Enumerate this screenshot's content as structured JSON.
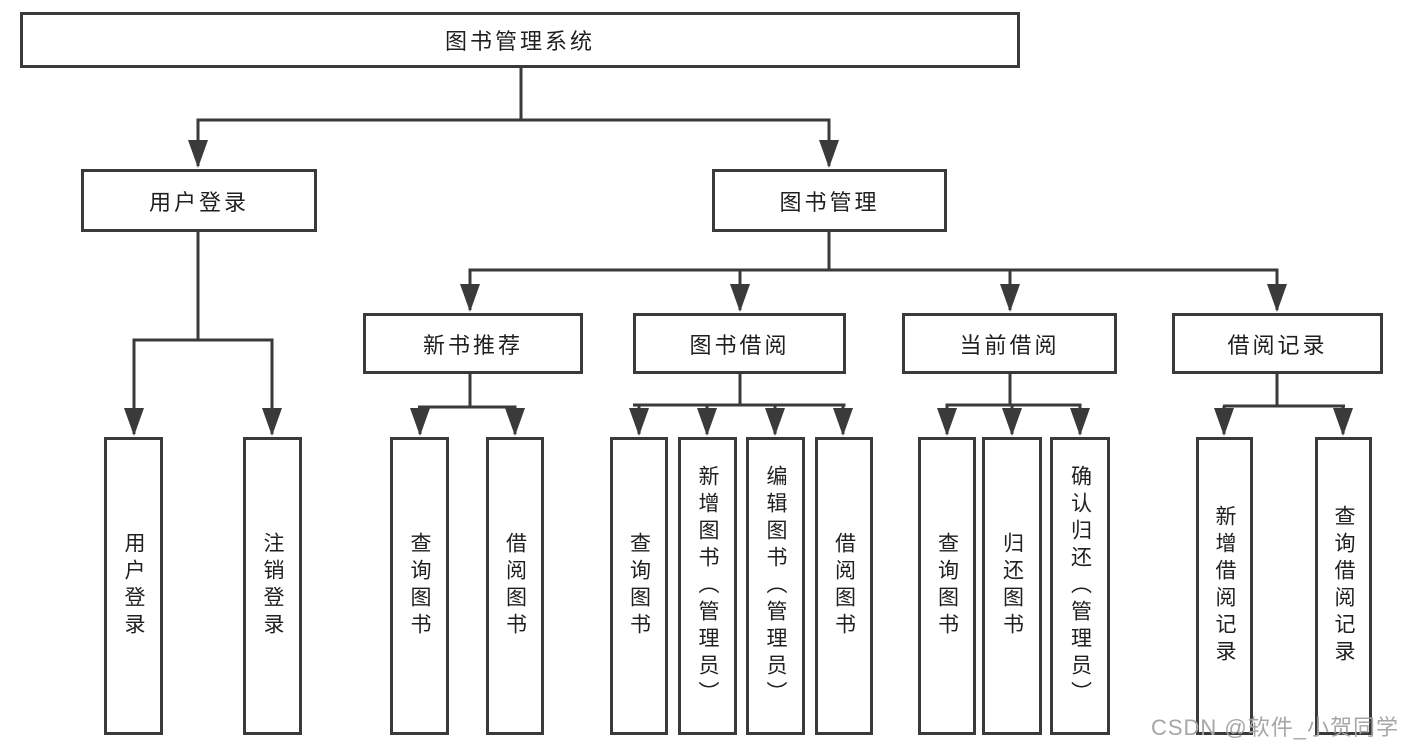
{
  "diagram": {
    "root": {
      "label": "图书管理系统"
    },
    "level2": [
      {
        "id": "user-login",
        "label": "用户登录"
      },
      {
        "id": "book-management",
        "label": "图书管理"
      }
    ],
    "level3": [
      {
        "id": "new-book-recommendation",
        "label": "新书推荐"
      },
      {
        "id": "book-borrowing",
        "label": "图书借阅"
      },
      {
        "id": "current-borrowing",
        "label": "当前借阅"
      },
      {
        "id": "borrowing-records",
        "label": "借阅记录"
      }
    ],
    "leaves": {
      "user_login": [
        {
          "label": "用户登录"
        },
        {
          "label": "注销登录"
        }
      ],
      "new_book": [
        {
          "label": "查询图书"
        },
        {
          "label": "借阅图书"
        }
      ],
      "book_borrow": [
        {
          "label": "查询图书"
        },
        {
          "label": "新增图书（管理员）"
        },
        {
          "label": "编辑图书（管理员）"
        },
        {
          "label": "借阅图书"
        }
      ],
      "current_borrow": [
        {
          "label": "查询图书"
        },
        {
          "label": "归还图书"
        },
        {
          "label": "确认归还（管理员）"
        }
      ],
      "borrow_records": [
        {
          "label": "新增借阅记录"
        },
        {
          "label": "查询借阅记录"
        }
      ]
    }
  },
  "watermark": {
    "text": "CSDN @软件_小贺同学"
  },
  "colors": {
    "line": "#3a3a3a",
    "text": "#1f1f1f",
    "watermark": "#a6a6a6",
    "background": "#ffffff"
  }
}
